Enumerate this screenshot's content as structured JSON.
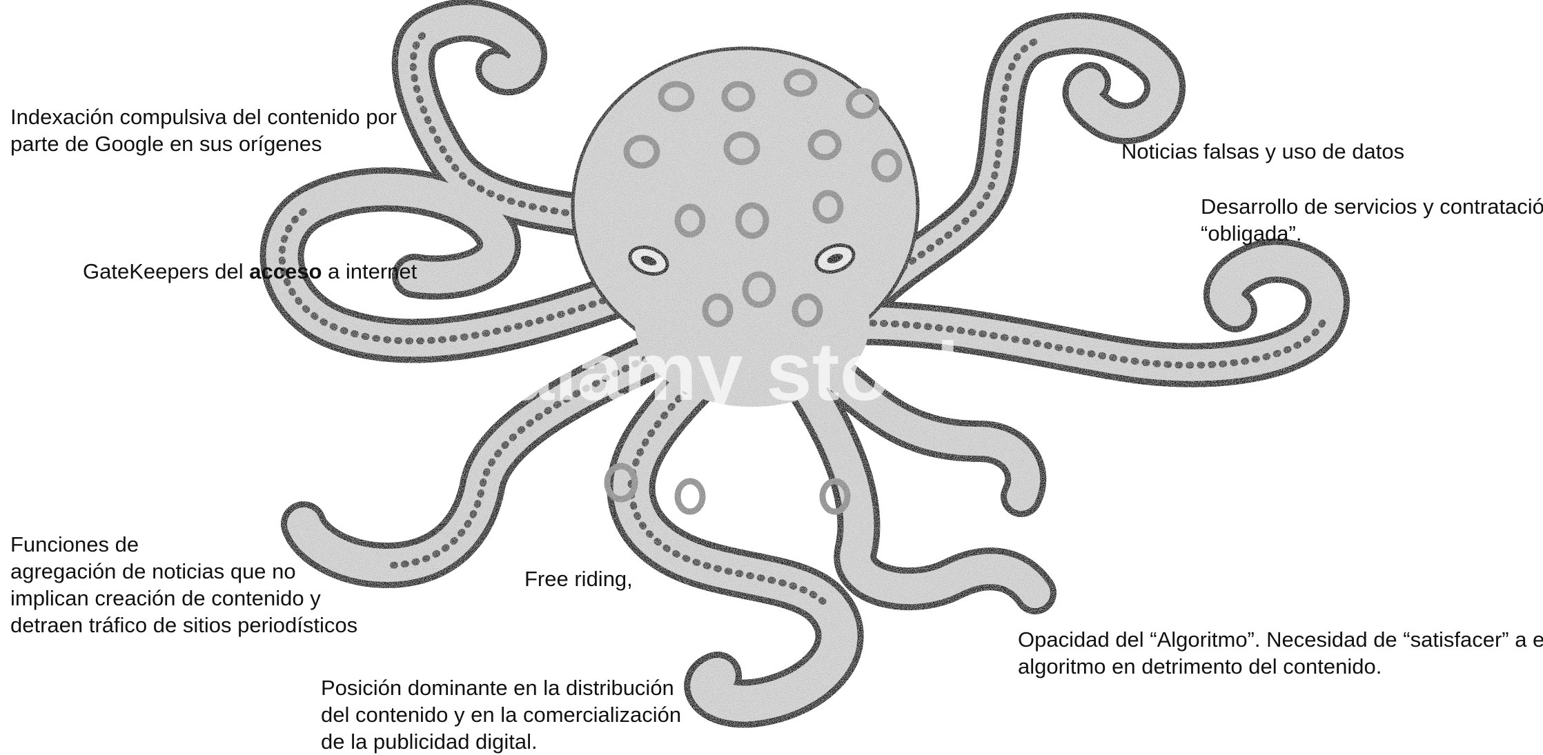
{
  "watermark": "alamy stock",
  "labels": {
    "indexacion": [
      "Indexación compulsiva del contenido por",
      "parte de Google en sus orígenes"
    ],
    "gatekeepers": {
      "pre": "GateKeepers del ",
      "bold": "acceso",
      "post": " a internet"
    },
    "funciones": [
      "Funciones de",
      "agregación de noticias que no",
      "implican creación de contenido y",
      "detraen tráfico de sitios periodísticos"
    ],
    "free_riding": "Free riding,",
    "posicion": [
      "Posición dominante en la distribución",
      "del contenido y en la comercialización",
      "de la publicidad digital."
    ],
    "noticias": "Noticias falsas y uso de datos",
    "desarrollo": [
      "Desarrollo de servicios y contratación",
      "“obligada”."
    ],
    "opacidad": [
      "Opacidad del “Algoritmo”. Necesidad de “satisfacer” a ese",
      "algoritmo en detrimento del contenido."
    ]
  },
  "colors": {
    "ink": "#1a1a1a",
    "body": "#d9d9d9",
    "spot": "#8c8c8c",
    "text": "#111111"
  }
}
